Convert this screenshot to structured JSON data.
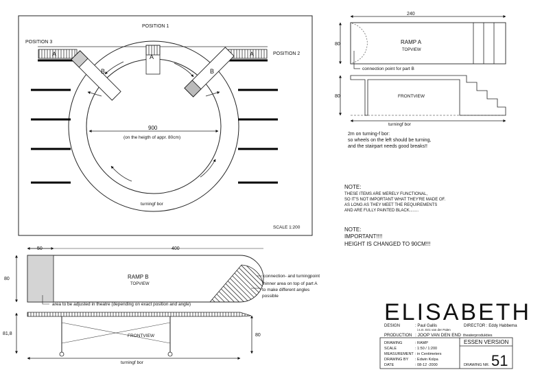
{
  "main_plan": {
    "position_labels": [
      "POSITION 1",
      "POSITION 3",
      "POSITION 2"
    ],
    "ramp_a_labels": [
      "A",
      "A",
      "A"
    ],
    "ramp_b_labels": [
      "B",
      "B"
    ],
    "diameter_value": "900",
    "diameter_note": "(on the heigth of appr. 80cm)",
    "track_label": "turningf bor",
    "scale": "SCALE 1:200"
  },
  "ramp_a": {
    "width_dim": "240",
    "height_dim": "80",
    "title": "RAMP A",
    "topview": "TOPVIEW",
    "connection_note": "connection point for part B",
    "front_height_dim": "80",
    "frontview": "FRONTVIEW",
    "bottom_label": "turningf bor"
  },
  "notes": {
    "turning_note_lines": [
      "2m on turning-f bor:",
      "so wheels on the left should be turning,",
      "and the stairpart needs good breaks!!"
    ],
    "note1_heading": "NOTE:",
    "note1_lines": [
      "THESE ITEMS ARE MERELY FUNCTIONAL,",
      "SO IT'S NOT IMPORTANT WHAT THEY'RE MADE OF.",
      "AS LONG AS THEY MEET THE REQUIREMENTS",
      "AND ARE FULLY PAINTED BLACK........"
    ],
    "note2_heading": "NOTE:",
    "note2_lines": [
      "IMPORTANT!!!!",
      "HEIGHT IS CHANGED TO 90CM!!!"
    ]
  },
  "ramp_b": {
    "dim_50": "50",
    "dim_400": "400",
    "height_dim": "80",
    "title": "RAMP B",
    "topview": "TOPVIEW",
    "connection_note": "connection- and turningpoint",
    "thinner_note_lines": [
      "thinner area on top of part A",
      "to make different angles",
      "possible"
    ],
    "adjust_note": "area to be adjusted in theatre (depending on exact position and angle)",
    "front_left_dim": "81,8",
    "front_right_dim": "80",
    "frontview": "FRONTVIEW",
    "bottom_label": "turningf bor"
  },
  "title_block": {
    "title": "ELISABETH",
    "design_label": "DESIGN",
    "design_value": ": Paul Gallis",
    "design_sub": "i.s.m. Eric van der Palen",
    "director": "DIRECTOR : Eddy Habbema",
    "production_label": "PRODUCTION",
    "production_value": ": JOOP VAN DEN END",
    "production_suffix": "theaterprodukties",
    "rows": [
      {
        "label": "DRAWING",
        "value": ": RAMP"
      },
      {
        "label": "SCALE",
        "value": ": 1:50 / 1:200"
      },
      {
        "label": "MEASUREMENT",
        "value": ": in Centimeters"
      },
      {
        "label": "DRAWING BY",
        "value": ": Edwin Kolpa"
      },
      {
        "label": "DATE",
        "value": ": 08-12 -2000"
      }
    ],
    "version": "ESSEN VERSION",
    "drawing_nr_label": "DRAWING NR.",
    "drawing_nr": "51"
  }
}
